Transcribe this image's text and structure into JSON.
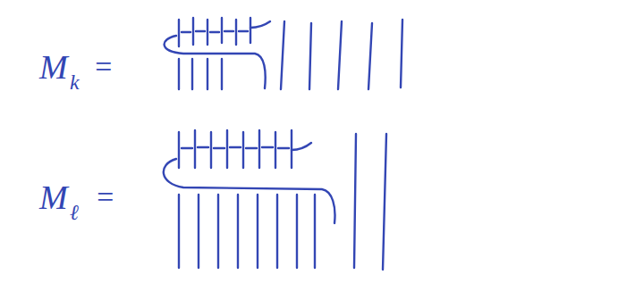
{
  "diagram": {
    "labels": [
      "M",
      "k",
      "=",
      "M",
      "ℓ",
      "="
    ]
  }
}
